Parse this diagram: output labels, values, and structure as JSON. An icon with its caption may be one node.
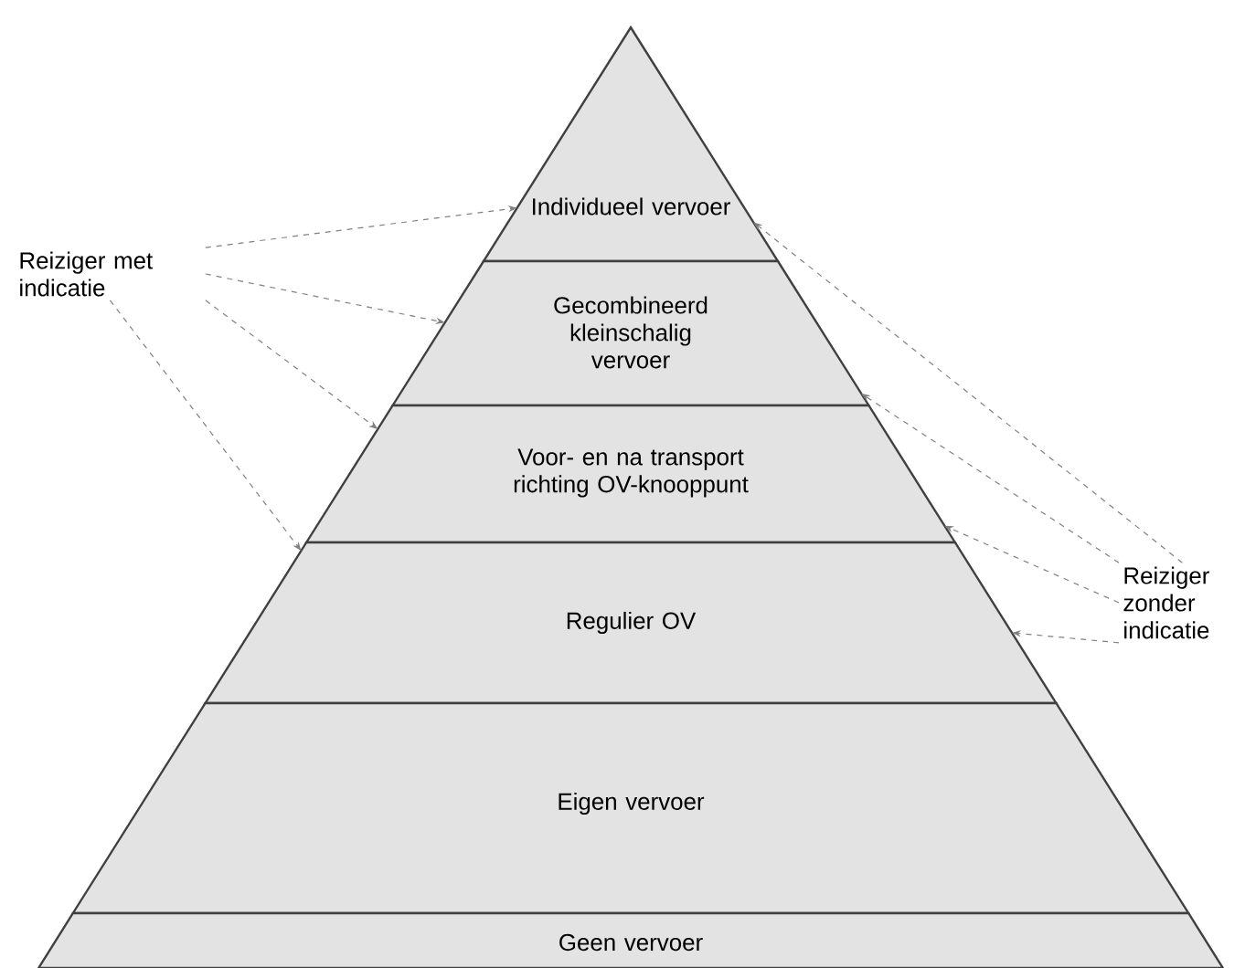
{
  "diagram": {
    "nodes": [
      {
        "text": [
          "Individueel vervoer"
        ]
      },
      {
        "text": [
          "Gecombineerd kleinschalig vervoer"
        ]
      },
      {
        "text": [
          "Voor- en na transport richting OV-knooppunt"
        ]
      },
      {
        "text": [
          "Regulier OV"
        ]
      },
      {
        "text": [
          "Eigen vervoer"
        ]
      },
      {
        "text": [
          "Geen vervoer"
        ]
      },
      {
        "text": [
          "Reiziger met indicatie"
        ]
      },
      {
        "text": [
          "Reiziger zonder indicatie"
        ]
      }
    ],
    "edges": [
      {
        "from": 6,
        "to": 0,
        "arrow": "to",
        "style": "dashed"
      },
      {
        "from": 6,
        "to": 1,
        "arrow": "to",
        "style": "dashed"
      },
      {
        "from": 6,
        "to": 2,
        "arrow": "to",
        "style": "dashed"
      },
      {
        "from": 6,
        "to": 3,
        "arrow": "to",
        "style": "dashed"
      },
      {
        "from": 7,
        "to": 0,
        "arrow": "to",
        "style": "dashed"
      },
      {
        "from": 7,
        "to": 1,
        "arrow": "to",
        "style": "dashed"
      },
      {
        "from": 7,
        "to": 2,
        "arrow": "to",
        "style": "dashed"
      },
      {
        "from": 7,
        "to": 3,
        "arrow": "to",
        "style": "dashed"
      }
    ]
  }
}
